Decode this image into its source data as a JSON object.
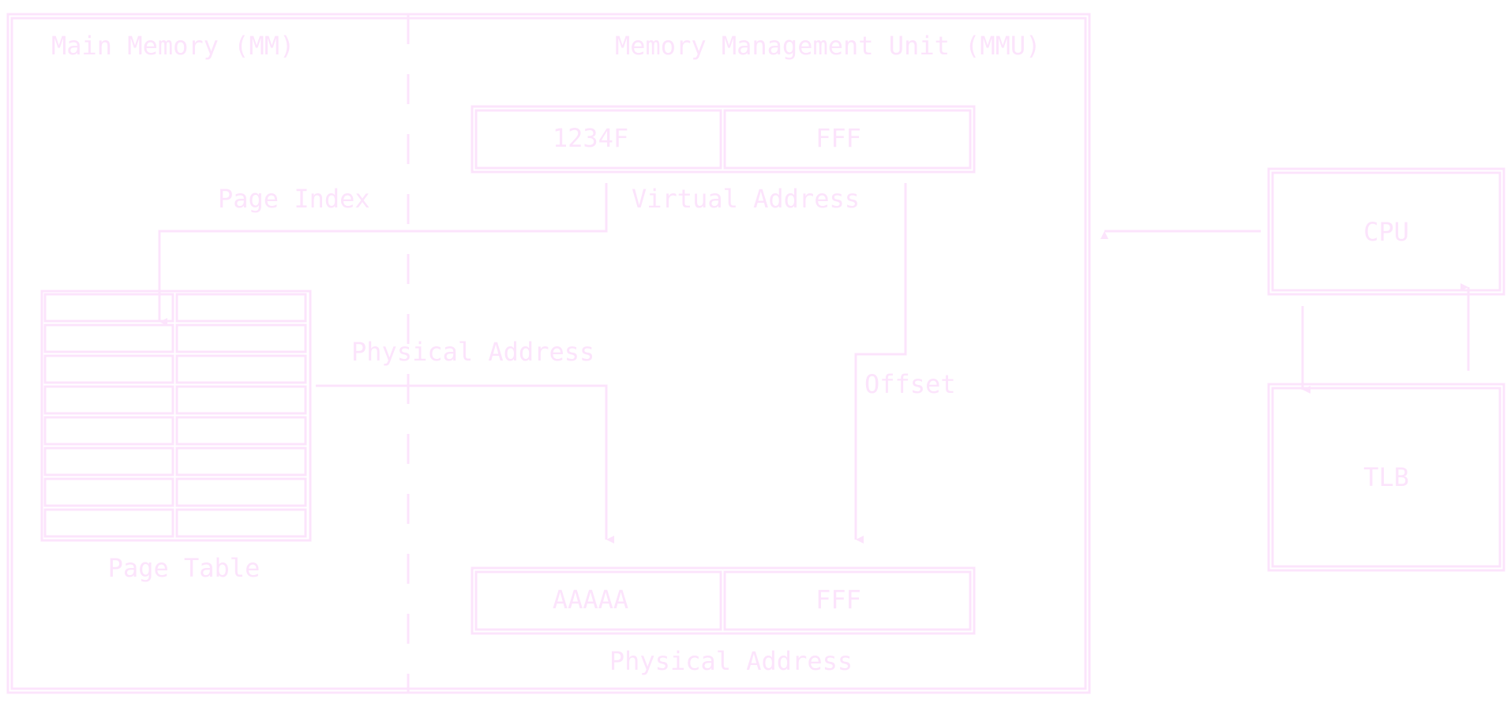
{
  "colors": {
    "stroke": "#fce4fc",
    "text": "#fce4fc",
    "background": "#ffffff"
  },
  "labels": {
    "main_memory": "Main Memory (MM)",
    "mmu": "Memory Management Unit (MMU)",
    "page_index": "Page Index",
    "virtual_address": "Virtual Address",
    "physical_address_mid": "Physical Address",
    "offset": "Offset",
    "page_table": "Page Table",
    "physical_address_bottom": "Physical Address",
    "cpu": "CPU",
    "tlb": "TLB"
  },
  "virtual_address": {
    "page": "1234F",
    "offset": "FFF"
  },
  "physical_address": {
    "frame": "AAAAA",
    "offset": "FFF"
  },
  "page_table": {
    "rows": 8,
    "columns": 2
  }
}
